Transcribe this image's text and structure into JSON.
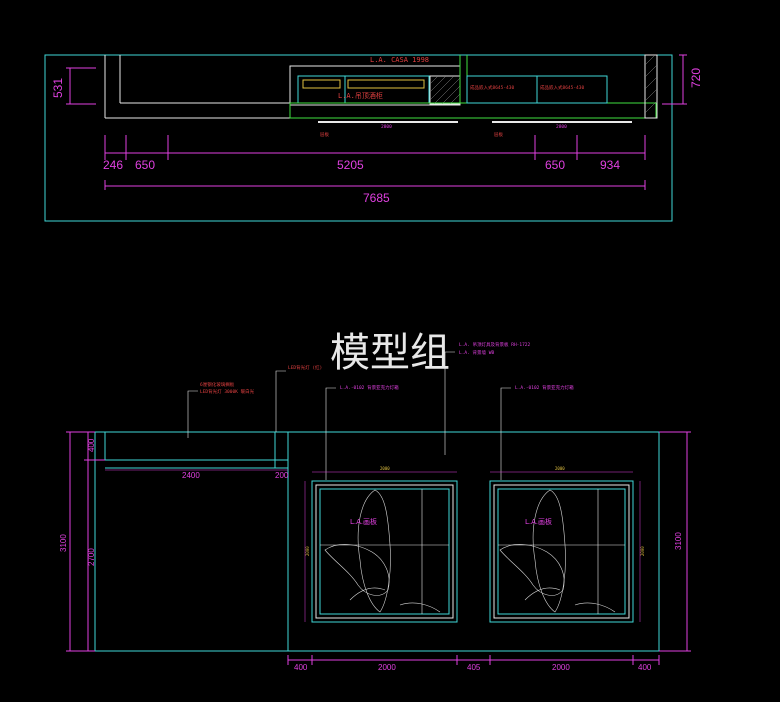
{
  "colors": {
    "background": "#000000",
    "cyan": "#40d8d8",
    "magenta": "#e040e0",
    "red": "#e04040",
    "yellow": "#e0c040",
    "green": "#40e040",
    "white": "#e8e8e8"
  },
  "watermark": "模型组",
  "plan": {
    "top_label": "L.A. CASA 1998",
    "center_label": "L.A.吊顶酒柜",
    "note_left": "成品嵌入式8645-430",
    "note_right": "成品嵌入式8645-430",
    "tag_left": "层板",
    "tag_right": "层板",
    "tick_left": "2800",
    "tick_right": "2800",
    "dim_height_left": "531",
    "dim_height_right": "720",
    "dims_row": [
      "246",
      "650",
      "5205",
      "650",
      "934"
    ],
    "dim_total": "7685"
  },
  "elevation": {
    "callouts": [
      "L.A. 吊顶灯具及背景板 RH-1722",
      "L.A. 背景墙 WB",
      "6厘钢化玻璃搁板",
      "LED背光灯 3000K 暖白光",
      "L.A.-0102 背景亚克力灯箱",
      "L.A.-0102 背景亚克力灯箱"
    ],
    "panel_label_left": "L.A.画板",
    "panel_label_right": "L.A.画板",
    "dim_height_total_left": "3100",
    "dim_height_inner_left": "2700",
    "dim_height_right": "3100",
    "dim_top_small": "400",
    "dim_shelf_width": "2400",
    "dim_shelf_gap": "200",
    "panel_top_dim": "2000",
    "panel_side_dim": "2000",
    "bottom_dims": [
      "400",
      "2000",
      "405",
      "2000",
      "400"
    ]
  }
}
